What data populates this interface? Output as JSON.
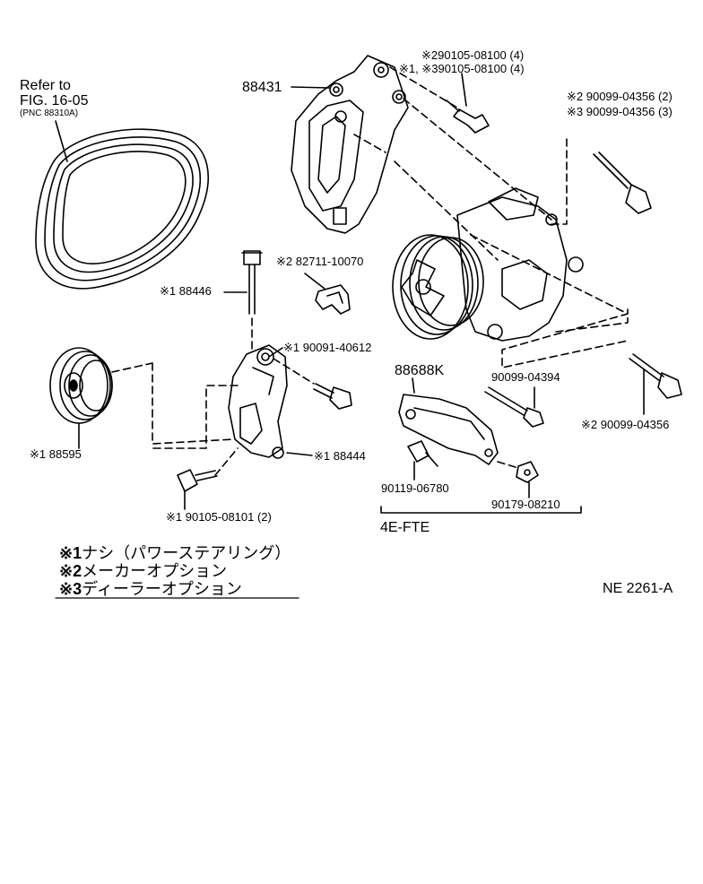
{
  "refer": {
    "line1": "Refer to",
    "line2": "FIG. 16-05",
    "line3": "(PNC 88310A)"
  },
  "parts": {
    "p88431": "88431",
    "p88446": "※1 88446",
    "p82711": "※2 82711-10070",
    "p90091": "※1 90091-40612",
    "p88595": "※1 88595",
    "p88444": "※1 88444",
    "p90105b": "※1 90105-08101 (2)",
    "p290105": "※290105-08100 (4)",
    "p390105": "※1, ※390105-08100 (4)",
    "p290099": "※2 90099-04356 (2)",
    "p390099": "※3 90099-04356 (3)",
    "p88688": "88688K",
    "p9009904394": "90099-04394",
    "p90099lower": "※2 90099-04356",
    "p90119": "90119-06780",
    "p90179": "90179-08210",
    "engine": "4E-FTE"
  },
  "notes": [
    {
      "mark": "※1",
      "text": "ナシ（パワーステアリング）"
    },
    {
      "mark": "※2",
      "text": "メーカーオプション"
    },
    {
      "mark": "※3",
      "text": "ディーラーオプション"
    }
  ],
  "figure_code": "NE 2261-A"
}
